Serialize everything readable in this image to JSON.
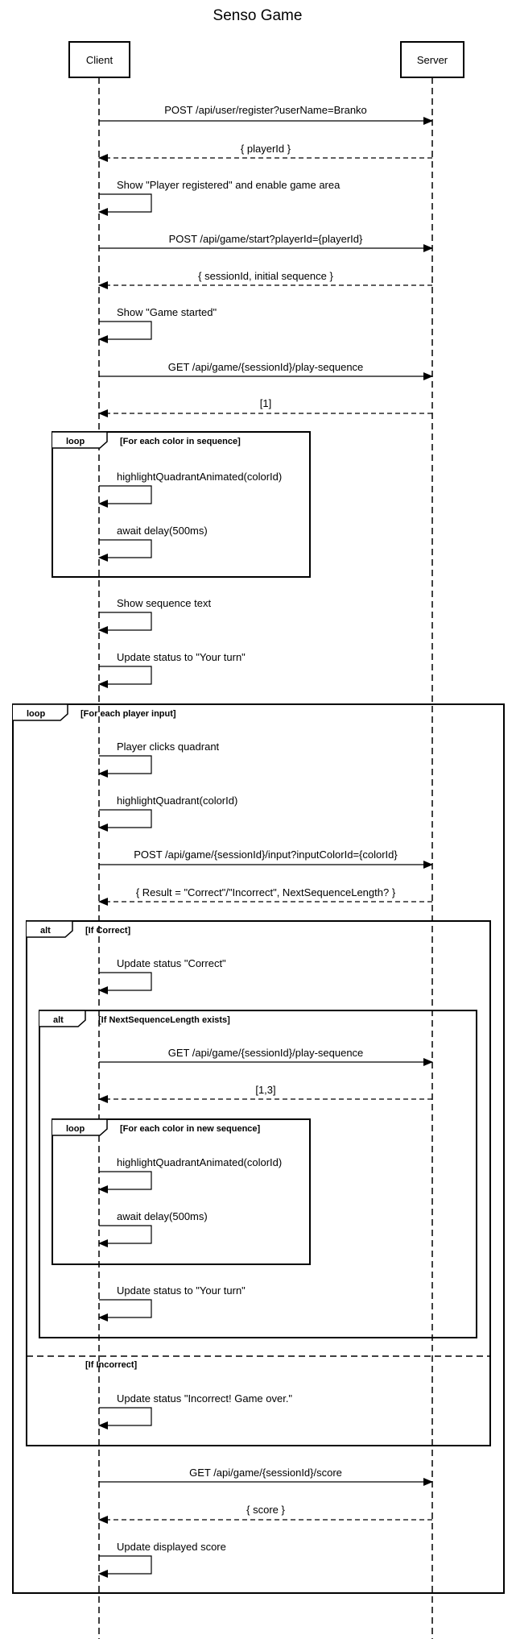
{
  "title": "Senso Game",
  "participants": {
    "client": "Client",
    "server": "Server"
  },
  "messages": {
    "register": "POST /api/user/register?userName=Branko",
    "player_id": "{ playerId }",
    "player_registered": "Show \"Player registered\" and enable game area",
    "start_game": "POST /api/game/start?playerId={playerId}",
    "session_reply": "{ sessionId, initial sequence }",
    "game_started": "Show \"Game started\"",
    "play_sequence_1": "GET /api/game/{sessionId}/play-sequence",
    "sequence_reply_1": "[1]",
    "highlight_animated_1": "highlightQuadrantAnimated(colorId)",
    "delay_1": "await delay(500ms)",
    "show_sequence_text": "Show sequence text",
    "your_turn_1": "Update status to \"Your turn\"",
    "player_clicks": "Player clicks quadrant",
    "highlight": "highlightQuadrant(colorId)",
    "post_input": "POST /api/game/{sessionId}/input?inputColorId={colorId}",
    "input_reply": "{ Result = \"Correct\"/\"Incorrect\", NextSequenceLength? }",
    "status_correct": "Update status \"Correct\"",
    "play_sequence_2": "GET /api/game/{sessionId}/play-sequence",
    "sequence_reply_2": "[1,3]",
    "highlight_animated_2": "highlightQuadrantAnimated(colorId)",
    "delay_2": "await delay(500ms)",
    "your_turn_2": "Update status to \"Your turn\"",
    "status_incorrect": "Update status \"Incorrect! Game over.\"",
    "get_score": "GET /api/game/{sessionId}/score",
    "score_reply": "{ score }",
    "update_score": "Update displayed score"
  },
  "fragments": {
    "loop_1": {
      "tag": "loop",
      "guard": "[For each color in sequence]"
    },
    "loop_2": {
      "tag": "loop",
      "guard": "[For each player input]"
    },
    "alt_1": {
      "tag": "alt",
      "guard": "[If Correct]",
      "else_guard": "[If Incorrect]"
    },
    "alt_2": {
      "tag": "alt",
      "guard": "[If NextSequenceLength exists]"
    },
    "loop_3": {
      "tag": "loop",
      "guard": "[For each color in new sequence]"
    }
  }
}
